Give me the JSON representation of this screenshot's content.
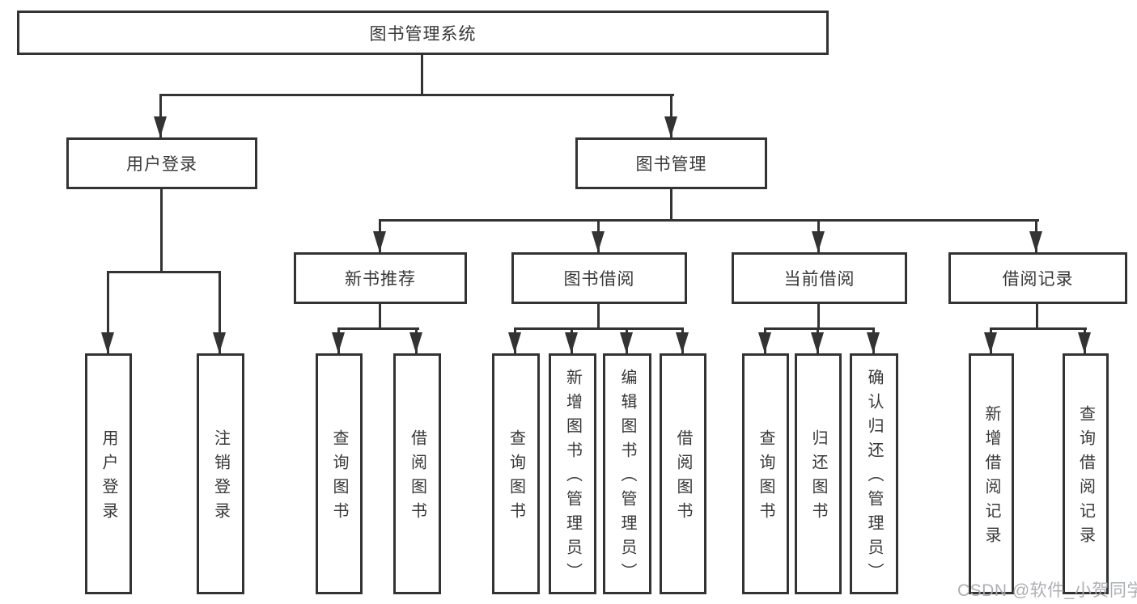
{
  "diagram_title": "图书管理系统",
  "tree": {
    "root": {
      "label": "图书管理系统"
    },
    "branches": [
      {
        "label": "用户登录",
        "children": [
          {
            "label": "用户登录"
          },
          {
            "label": "注销登录"
          }
        ]
      },
      {
        "label": "图书管理",
        "children": [
          {
            "label": "新书推荐",
            "children": [
              {
                "label": "查询图书"
              },
              {
                "label": "借阅图书"
              }
            ]
          },
          {
            "label": "图书借阅",
            "children": [
              {
                "label": "查询图书"
              },
              {
                "label": "新增图书（管理员）"
              },
              {
                "label": "编辑图书（管理员）"
              },
              {
                "label": "借阅图书"
              }
            ]
          },
          {
            "label": "当前借阅",
            "children": [
              {
                "label": "查询图书"
              },
              {
                "label": "归还图书"
              },
              {
                "label": "确认归还（管理员）"
              }
            ]
          },
          {
            "label": "借阅记录",
            "children": [
              {
                "label": "新增借阅记录"
              },
              {
                "label": "查询借阅记录"
              }
            ]
          }
        ]
      }
    ]
  },
  "watermark": {
    "text": "CSDN @软件_小贺同学"
  },
  "colors": {
    "line": "#333333",
    "box_border": "#333333",
    "text": "#383838",
    "watermark": "#a9abb0",
    "background": "#ffffff"
  }
}
